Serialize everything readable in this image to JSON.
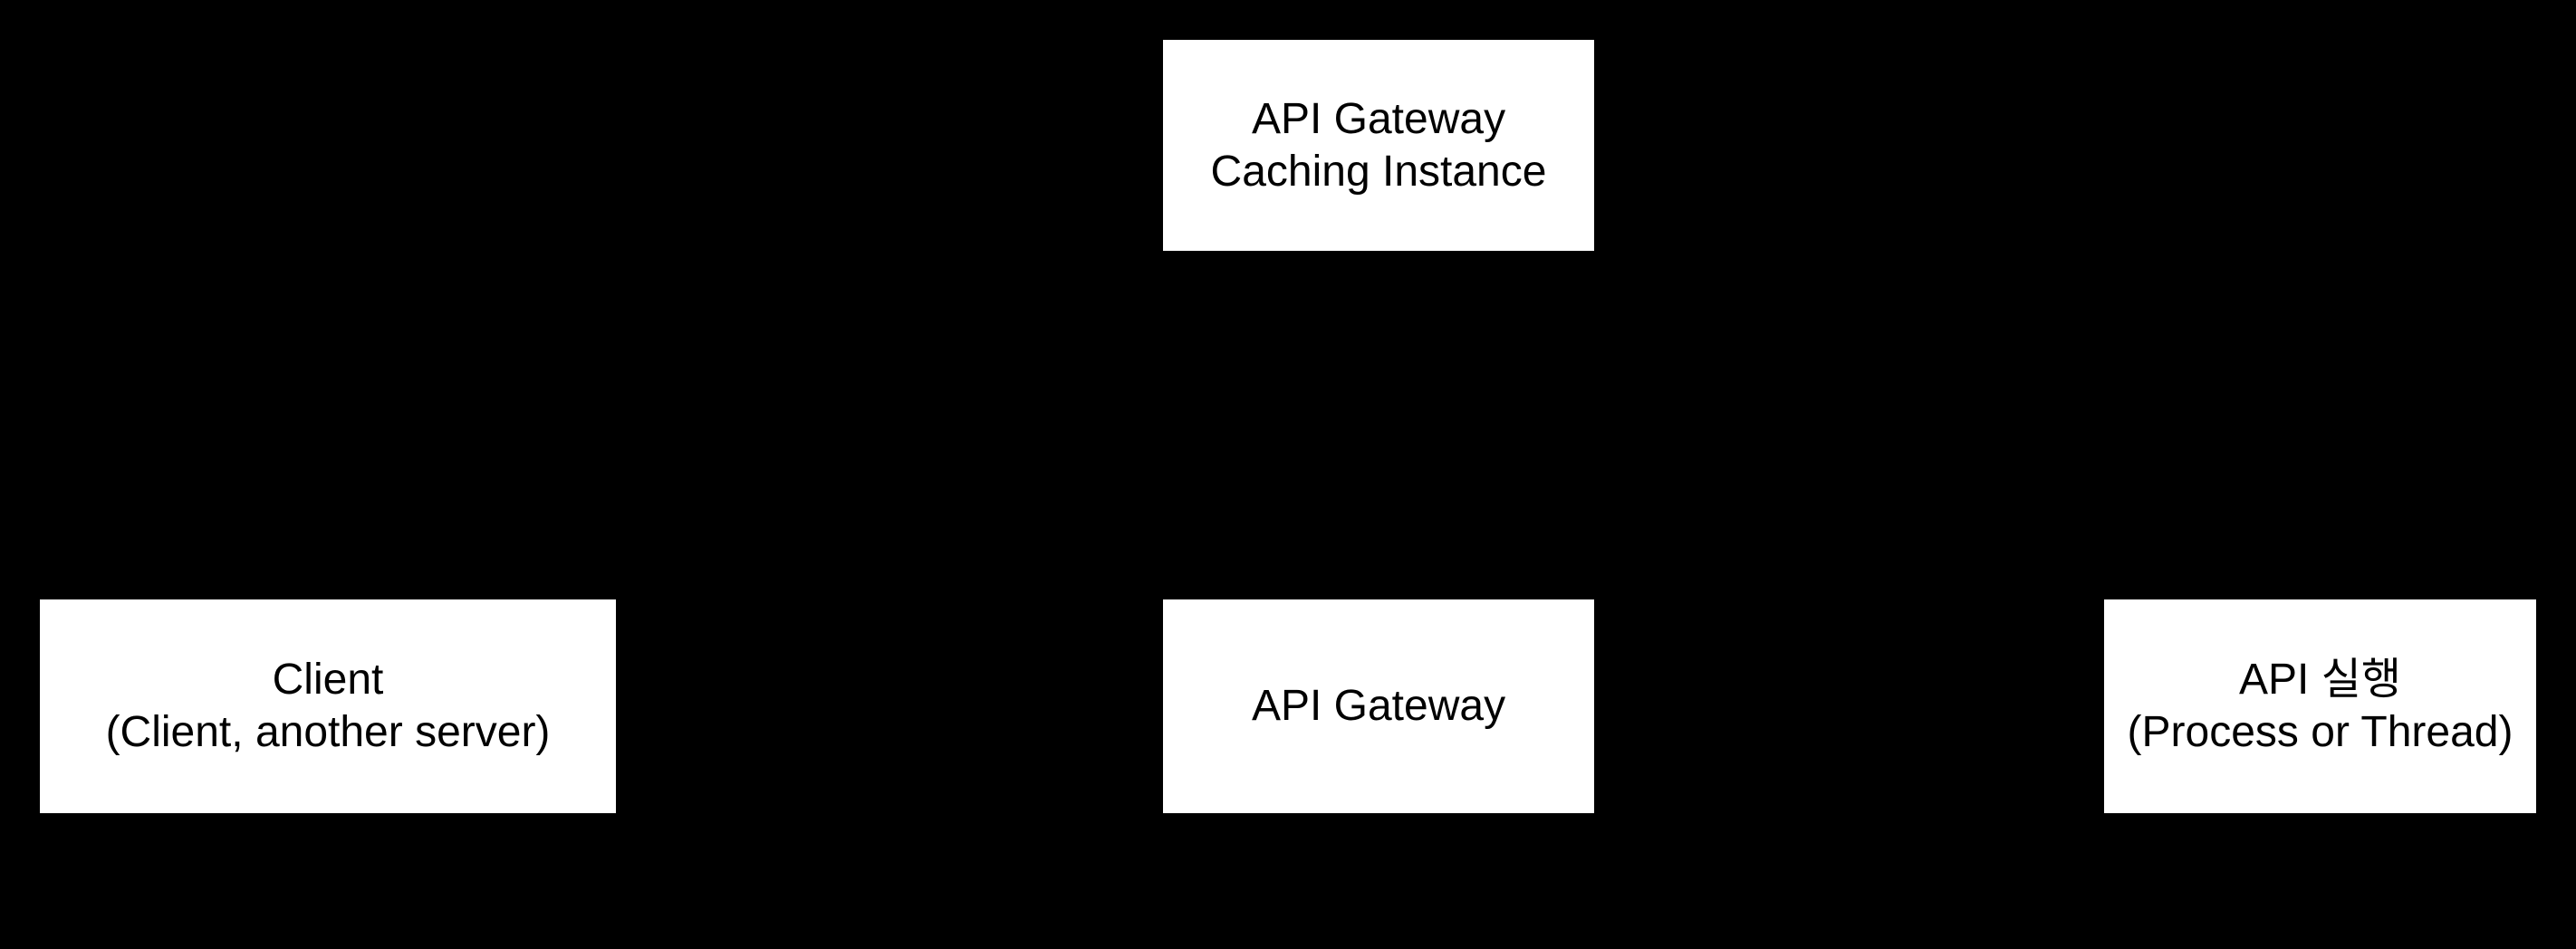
{
  "diagram": {
    "background_color": "#000000",
    "node_fill_color": "#ffffff",
    "node_text_color": "#000000",
    "nodes": {
      "caching": {
        "line1": "API Gateway",
        "line2": "Caching Instance"
      },
      "client": {
        "line1": "Client",
        "line2": "(Client, another server)"
      },
      "gateway": {
        "line1": "API Gateway"
      },
      "api_exec": {
        "line1": "API 실행",
        "line2": "(Process or Thread)"
      }
    }
  }
}
